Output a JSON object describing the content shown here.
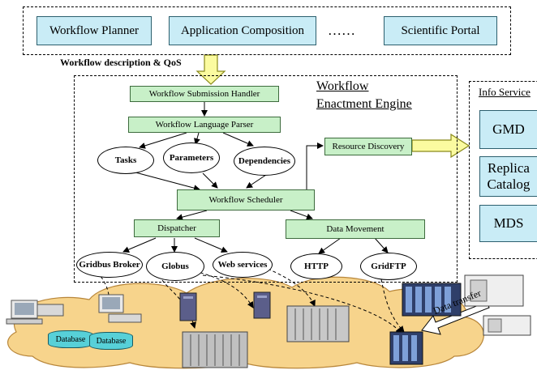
{
  "portal_layer": {
    "items": [
      "Workflow Planner",
      "Application Composition",
      "……",
      "Scientific Portal"
    ]
  },
  "workflow_description_label": "Workflow description & QoS",
  "engine": {
    "title_line1": "Workflow",
    "title_line2": "Enactment Engine",
    "submission_handler": "Workflow Submission Handler",
    "language_parser": "Workflow Language Parser",
    "tasks": "Tasks",
    "parameters": "Parameters",
    "dependencies": "Dependencies",
    "resource_discovery": "Resource Discovery",
    "scheduler": "Workflow Scheduler",
    "dispatcher": "Dispatcher",
    "data_movement": "Data Movement",
    "gridbus_broker": "Gridbus Broker",
    "globus": "Globus",
    "web_services": "Web services",
    "http": "HTTP",
    "gridftp": "GridFTP"
  },
  "info_services": {
    "title": "Info Service",
    "items": [
      "GMD",
      "Replica Catalog",
      "MDS"
    ]
  },
  "resources": {
    "database_1": "Database",
    "database_2": "Database",
    "data_transfer": "Data transfer"
  },
  "colors": {
    "portal_fill": "#c9ecf6",
    "engine_fill": "#c8f0c8",
    "arrow_fill": "#fbfba0",
    "cloud_fill": "#f7d48c",
    "database_fill": "#57d0d8"
  }
}
